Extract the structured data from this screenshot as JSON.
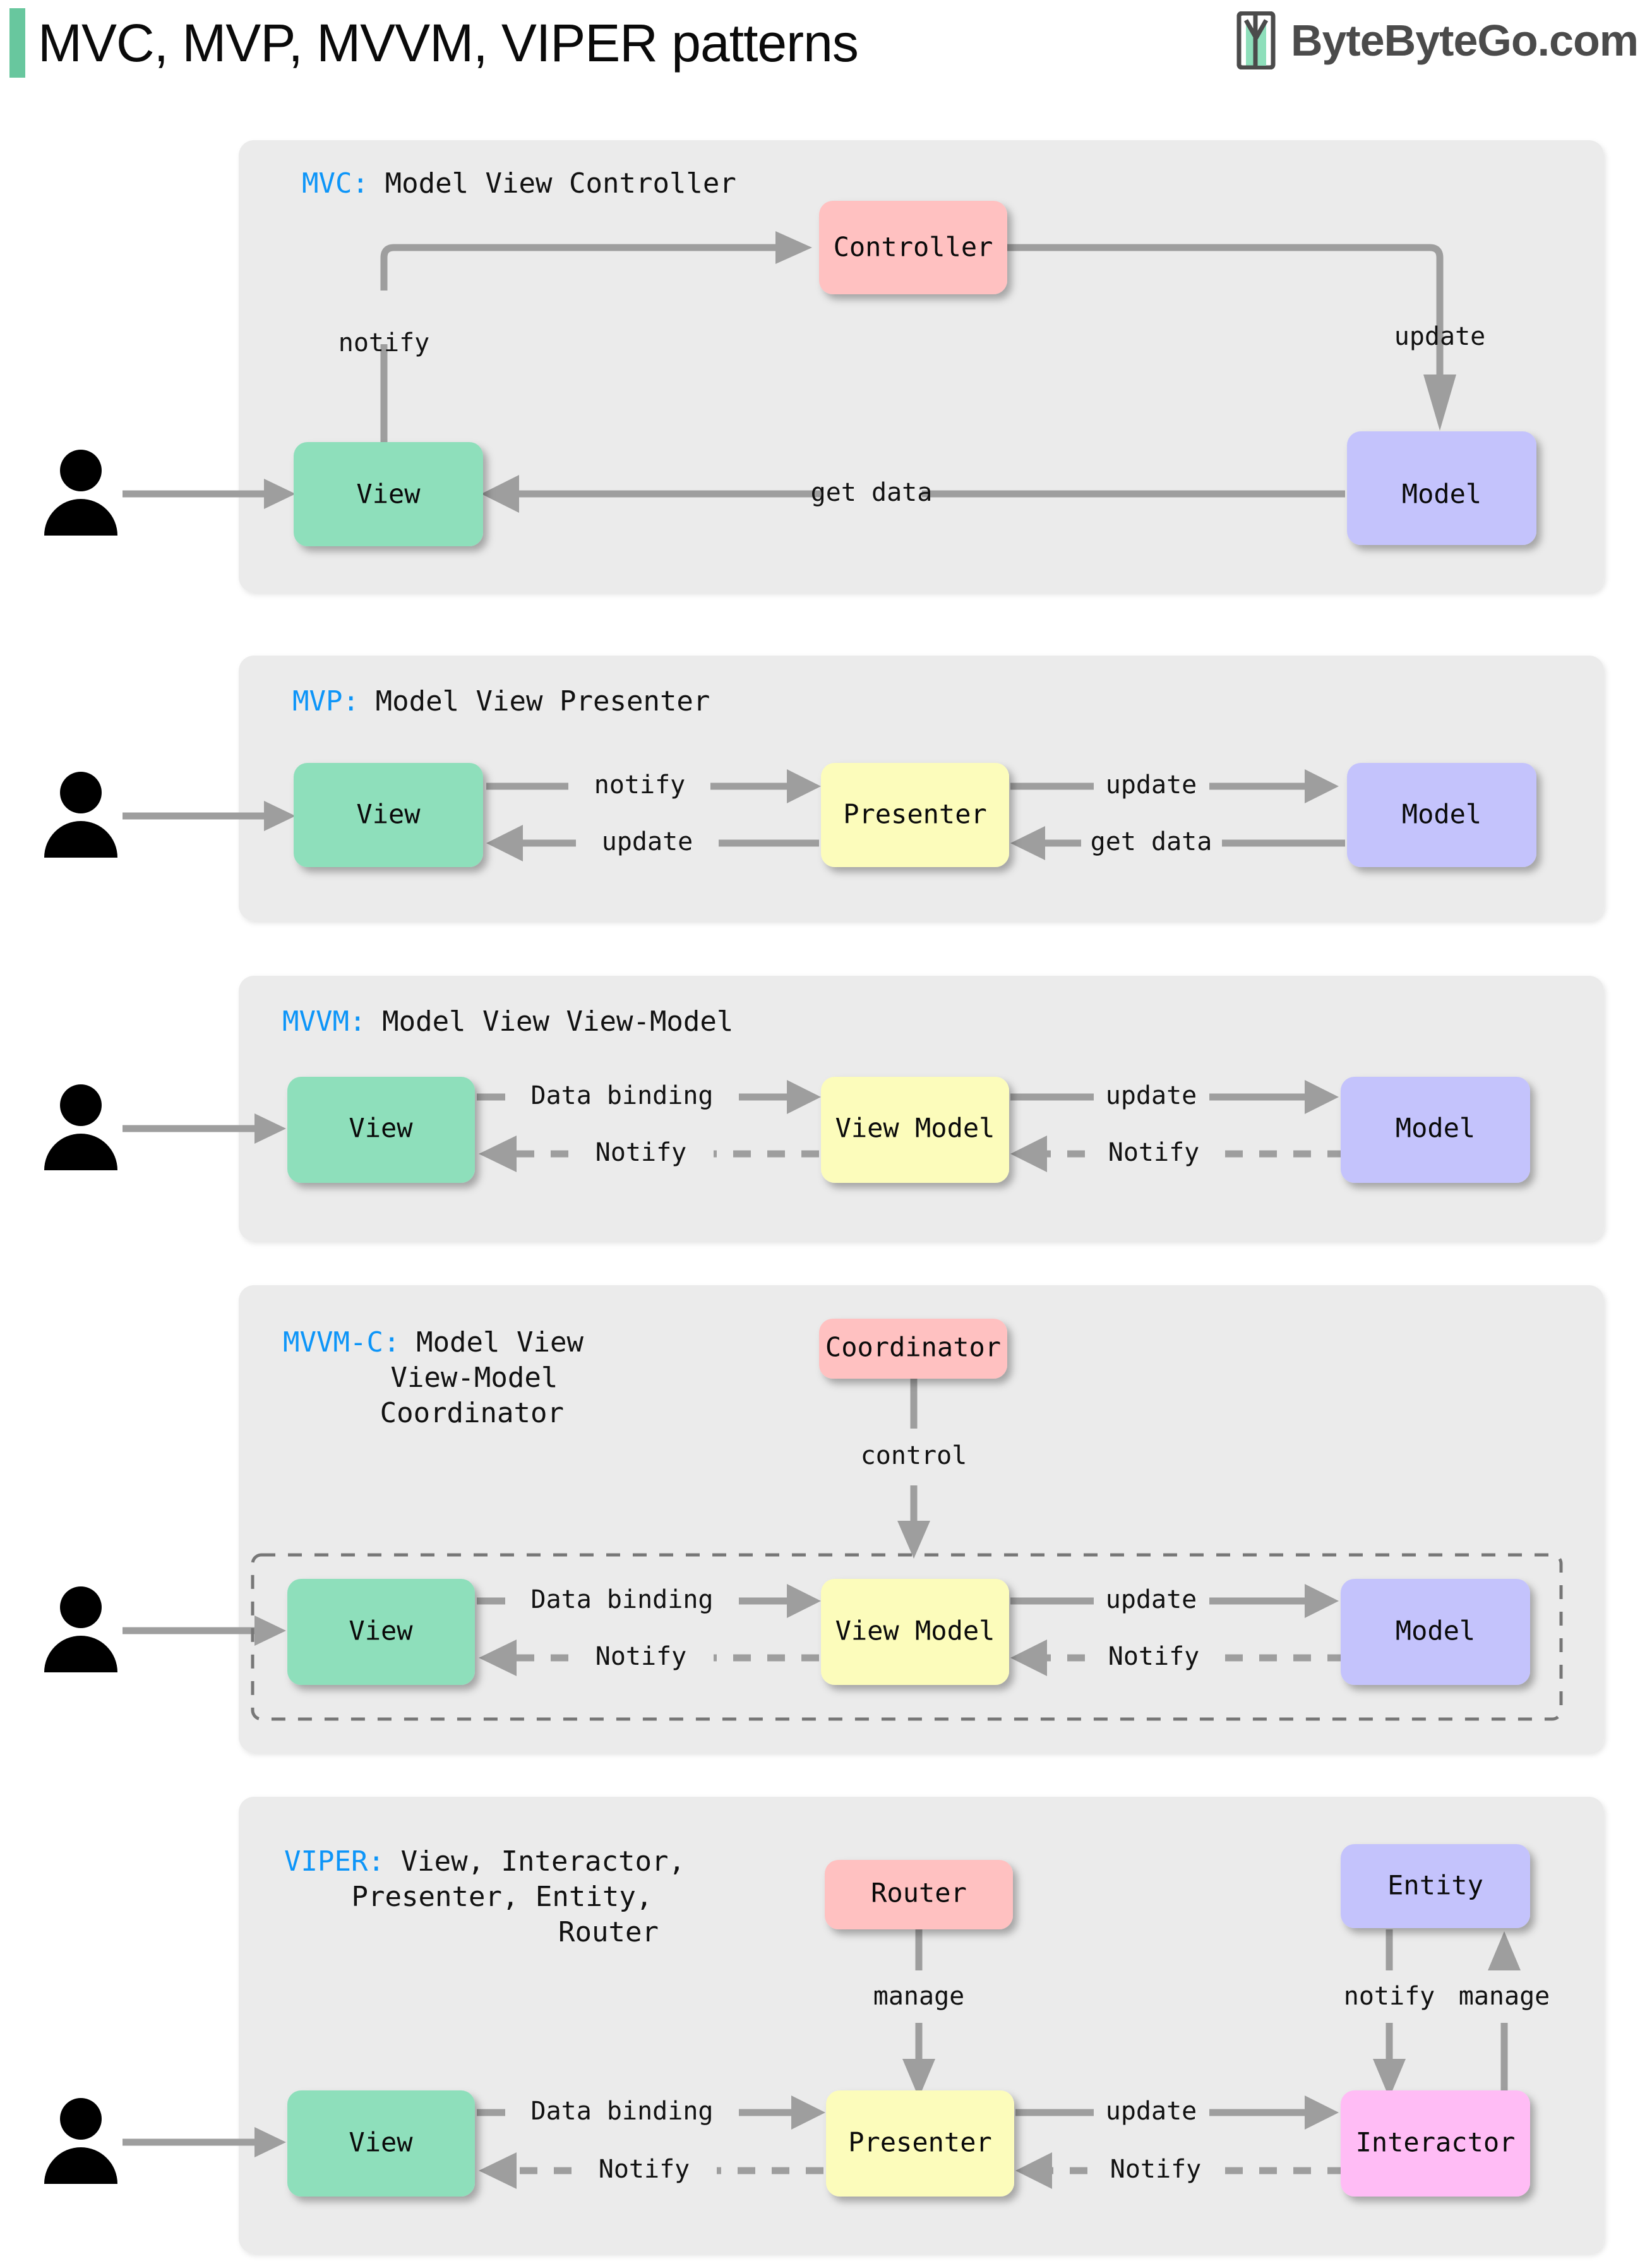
{
  "header": {
    "title": "MVC, MVP, MVVM, VIPER patterns",
    "accent_color": "#68c79e",
    "brand_name": "ByteByteGo.com",
    "brand_icon": "bytebytego-logo-icon"
  },
  "palette": {
    "panel_bg": "#ebebeb",
    "page_bg": "#ffffff",
    "view_green": "#8edfbb",
    "model_purple": "#c4c3fc",
    "controller_pink": "#ffc1c1",
    "presenter_yellow": "#fcfcbb",
    "interactor_magenta": "#ffbcf5",
    "edge_gray": "#9e9e9e",
    "key_blue": "#0d95f8"
  },
  "sections": [
    {
      "id": "mvc",
      "key": "MVC:",
      "title_lines": [
        "Model View Controller"
      ],
      "actor": "user-icon",
      "nodes": [
        {
          "name": "View",
          "color": "view_green"
        },
        {
          "name": "Controller",
          "color": "controller_pink"
        },
        {
          "name": "Model",
          "color": "model_purple"
        }
      ],
      "edges": [
        {
          "label": "notify",
          "from": "View",
          "to": "Controller",
          "style": "solid"
        },
        {
          "label": "update",
          "from": "Controller",
          "to": "Model",
          "style": "solid"
        },
        {
          "label": "get data",
          "from": "Model",
          "to": "View",
          "style": "solid"
        }
      ]
    },
    {
      "id": "mvp",
      "key": "MVP:",
      "title_lines": [
        "Model View Presenter"
      ],
      "actor": "user-icon",
      "nodes": [
        {
          "name": "View",
          "color": "view_green"
        },
        {
          "name": "Presenter",
          "color": "presenter_yellow"
        },
        {
          "name": "Model",
          "color": "model_purple"
        }
      ],
      "edges": [
        {
          "label": "notify",
          "from": "View",
          "to": "Presenter",
          "style": "solid"
        },
        {
          "label": "update",
          "from": "Presenter",
          "to": "Model",
          "style": "solid"
        },
        {
          "label": "get data",
          "from": "Model",
          "to": "Presenter",
          "style": "solid"
        },
        {
          "label": "update",
          "from": "Presenter",
          "to": "View",
          "style": "solid"
        }
      ]
    },
    {
      "id": "mvvm",
      "key": "MVVM:",
      "title_lines": [
        "Model View View-Model"
      ],
      "actor": "user-icon",
      "nodes": [
        {
          "name": "View",
          "color": "view_green"
        },
        {
          "name": "View Model",
          "color": "presenter_yellow"
        },
        {
          "name": "Model",
          "color": "model_purple"
        }
      ],
      "edges": [
        {
          "label": "Data binding",
          "from": "View",
          "to": "View Model",
          "style": "solid"
        },
        {
          "label": "update",
          "from": "View Model",
          "to": "Model",
          "style": "solid"
        },
        {
          "label": "Notify",
          "from": "Model",
          "to": "View Model",
          "style": "dashed"
        },
        {
          "label": "Notify",
          "from": "View Model",
          "to": "View",
          "style": "dashed"
        }
      ]
    },
    {
      "id": "mvvmc",
      "key": "MVVM-C:",
      "title_lines": [
        "Model View",
        "View-Model",
        "Coordinator"
      ],
      "actor": "user-icon",
      "nodes": [
        {
          "name": "Coordinator",
          "color": "controller_pink"
        },
        {
          "name": "View",
          "color": "view_green"
        },
        {
          "name": "View Model",
          "color": "presenter_yellow"
        },
        {
          "name": "Model",
          "color": "model_purple"
        }
      ],
      "edges": [
        {
          "label": "control",
          "from": "Coordinator",
          "to": "View Model",
          "style": "solid"
        },
        {
          "label": "Data binding",
          "from": "View",
          "to": "View Model",
          "style": "solid"
        },
        {
          "label": "update",
          "from": "View Model",
          "to": "Model",
          "style": "solid"
        },
        {
          "label": "Notify",
          "from": "Model",
          "to": "View Model",
          "style": "dashed"
        },
        {
          "label": "Notify",
          "from": "View Model",
          "to": "View",
          "style": "dashed"
        }
      ],
      "group_box": true
    },
    {
      "id": "viper",
      "key": "VIPER:",
      "title_lines": [
        "View, Interactor,",
        "Presenter, Entity,",
        "Router"
      ],
      "actor": "user-icon",
      "nodes": [
        {
          "name": "Router",
          "color": "controller_pink"
        },
        {
          "name": "Entity",
          "color": "model_purple"
        },
        {
          "name": "View",
          "color": "view_green"
        },
        {
          "name": "Presenter",
          "color": "presenter_yellow"
        },
        {
          "name": "Interactor",
          "color": "interactor_magenta"
        }
      ],
      "edges": [
        {
          "label": "manage",
          "from": "Router",
          "to": "Presenter",
          "style": "solid"
        },
        {
          "label": "notify",
          "from": "Entity",
          "to": "Interactor",
          "style": "solid"
        },
        {
          "label": "manage",
          "from": "Interactor",
          "to": "Entity",
          "style": "solid"
        },
        {
          "label": "Data binding",
          "from": "View",
          "to": "Presenter",
          "style": "solid"
        },
        {
          "label": "update",
          "from": "Presenter",
          "to": "Interactor",
          "style": "solid"
        },
        {
          "label": "Notify",
          "from": "Interactor",
          "to": "Presenter",
          "style": "dashed"
        },
        {
          "label": "Notify",
          "from": "Presenter",
          "to": "View",
          "style": "dashed"
        }
      ]
    }
  ]
}
